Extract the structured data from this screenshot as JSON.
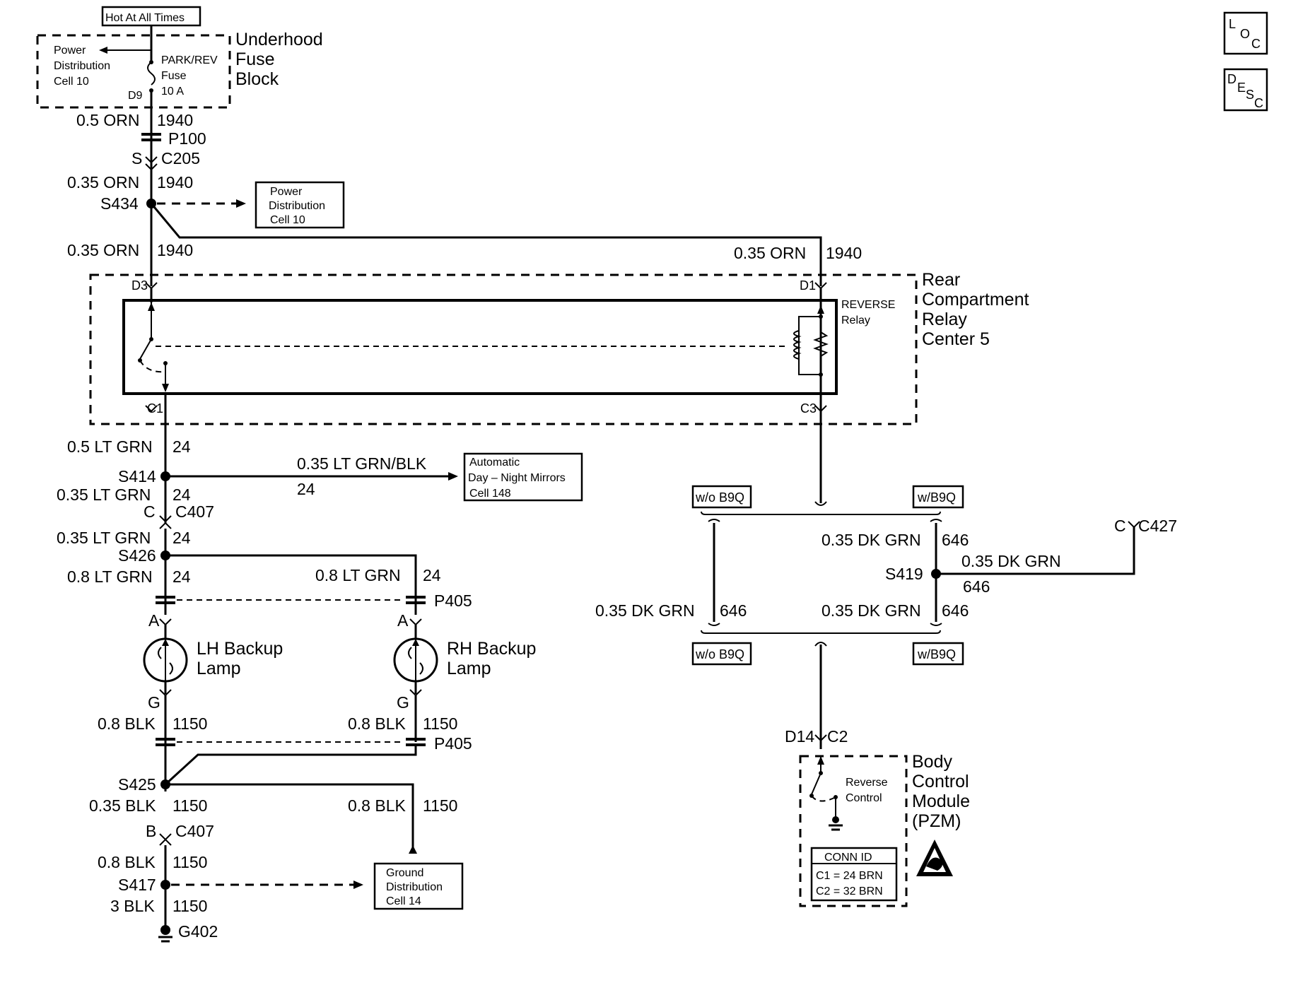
{
  "icons": {
    "loc": {
      "a": "L",
      "b": "O",
      "c": "C"
    },
    "desc": {
      "a": "D",
      "b": "E",
      "c": "S",
      "d": "C"
    }
  },
  "power": {
    "hot_label": "Hot At All Times",
    "underhood": [
      "Underhood",
      "Fuse",
      "Block"
    ],
    "pd_cell_top": [
      "Power",
      "Distribution",
      "Cell 10"
    ],
    "fuse": [
      "PARK/REV",
      "Fuse",
      "10 A"
    ],
    "d9": "D9"
  },
  "left": {
    "w1_gauge": "0.5 ORN",
    "w1_num": "1940",
    "p100": "P100",
    "c205_letter": "S",
    "c205": "C205",
    "w2_gauge": "0.35 ORN",
    "w2_num": "1940",
    "s434": "S434",
    "pd_cell_mid": [
      "Power",
      "Distribution",
      "Cell 10"
    ],
    "w3_gauge": "0.35 ORN",
    "w3_num": "1940",
    "w4_gauge": "0.35 ORN",
    "w4_num": "1940"
  },
  "relay": {
    "center": [
      "Rear",
      "Compartment",
      "Relay",
      "Center 5"
    ],
    "name": [
      "REVERSE",
      "Relay"
    ],
    "d3": "D3",
    "d1": "D1",
    "c1": "C1",
    "c3": "C3"
  },
  "lamps": {
    "w5_gauge": "0.5 LT GRN",
    "w5_num": "24",
    "s414": "S414",
    "mirror_gauge": "0.35 LT GRN/BLK",
    "mirror_num": "24",
    "mirrors_cell": [
      "Automatic",
      "Day – Night Mirrors",
      "Cell 148"
    ],
    "w6_gauge": "0.35 LT GRN",
    "w6_num": "24",
    "c407_c_letter": "C",
    "c407_c": "C407",
    "w7_gauge": "0.35 LT GRN",
    "w7_num": "24",
    "s426": "S426",
    "w8_gauge": "0.8 LT GRN",
    "w8_num": "24",
    "w9_gauge": "0.8 LT GRN",
    "w9_num": "24",
    "p405_top": "P405",
    "a_left": "A",
    "a_right": "A",
    "lh_lamp": [
      "LH Backup",
      "Lamp"
    ],
    "rh_lamp": [
      "RH Backup",
      "Lamp"
    ],
    "g_left": "G",
    "g_right": "G",
    "w10_gauge": "0.8 BLK",
    "w10_num": "1150",
    "w11_gauge": "0.8 BLK",
    "w11_num": "1150",
    "p405_bot": "P405",
    "s425": "S425",
    "w12_gauge": "0.35 BLK",
    "w12_num": "1150",
    "w13_gauge": "0.8 BLK",
    "w13_num": "1150",
    "c407_b_letter": "B",
    "c407_b": "C407",
    "w14_gauge": "0.8 BLK",
    "w14_num": "1150",
    "s417": "S417",
    "ground_cell": [
      "Ground",
      "Distribution",
      "Cell 14"
    ],
    "w15_gauge": "3 BLK",
    "w15_num": "1150",
    "g402": "G402"
  },
  "bcm": {
    "wo_b9q_top": "w/o B9Q",
    "w_b9q_top": "w/B9Q",
    "wo_b9q_bot": "w/o B9Q",
    "w_b9q_bot": "w/B9Q",
    "w16_gauge": "0.35 DK GRN",
    "w16_num": "646",
    "w17_gauge": "0.35 DK GRN",
    "w17_num": "646",
    "w18_gauge": "0.35 DK GRN",
    "w18_num": "646",
    "w19_gauge": "0.35 DK GRN",
    "w19_num": "646",
    "s419": "S419",
    "c427_letter": "C",
    "c427": "C427",
    "d14": "D14",
    "c2": "C2",
    "module": [
      "Body",
      "Control",
      "Module",
      "(PZM)"
    ],
    "reverse_control": [
      "Reverse",
      "Control"
    ],
    "conn_id_title": "CONN ID",
    "conn_id_rows": [
      "C1 = 24 BRN",
      "C2 = 32 BRN"
    ]
  }
}
